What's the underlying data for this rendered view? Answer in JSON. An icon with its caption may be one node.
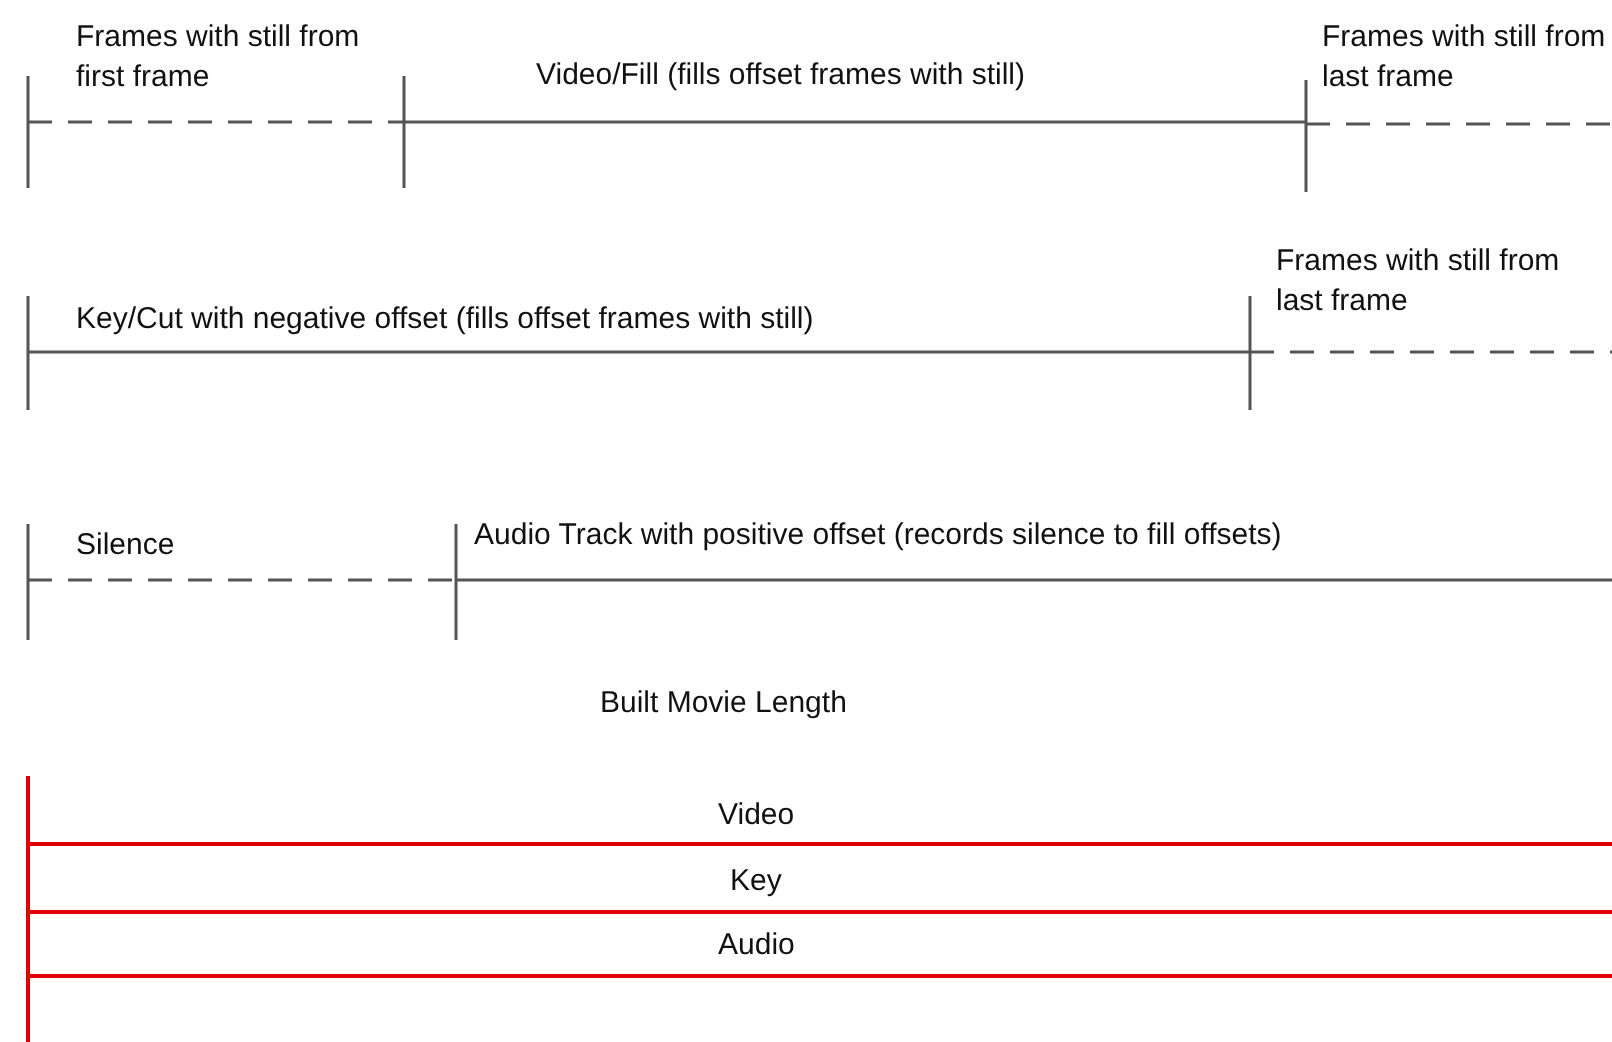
{
  "diagram": {
    "labels": [
      "Frames with still from first frame",
      "Video/Fill (fills offset frames with still)",
      "Frames with still from last frame",
      "Key/Cut with negative offset (fills offset frames with still)",
      "Frames with still from last frame",
      "Silence",
      "Audio Track with positive offset (records silence to fill offsets)",
      "Built Movie Length",
      "Video",
      "Key",
      "Audio"
    ]
  }
}
